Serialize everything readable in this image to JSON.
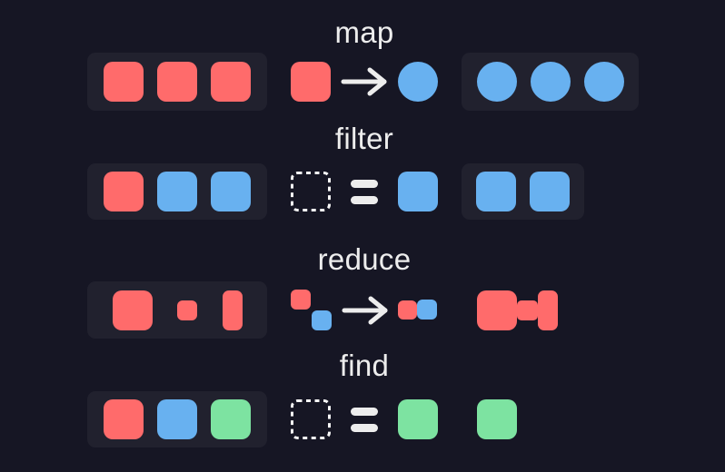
{
  "colors": {
    "red": "#ff6b6b",
    "blue": "#68b1f0",
    "green": "#7de3a1",
    "background": "#161624",
    "panel": "#21212e",
    "foreground": "#ededed",
    "dashed_stroke": "#f7f7f7"
  },
  "rows": [
    {
      "id": "map",
      "label": "map",
      "input": {
        "panel": true,
        "items": [
          "square:red",
          "square:red",
          "square:red"
        ]
      },
      "operation": {
        "panel": false,
        "items": [
          "square:red",
          "arrow",
          "circle:blue"
        ]
      },
      "output": {
        "panel": true,
        "items": [
          "circle:blue",
          "circle:blue",
          "circle:blue"
        ]
      }
    },
    {
      "id": "filter",
      "label": "filter",
      "input": {
        "panel": true,
        "items": [
          "square:red",
          "square:blue",
          "square:blue"
        ]
      },
      "operation": {
        "panel": false,
        "items": [
          "dashed",
          "equals",
          "square:blue"
        ]
      },
      "output": {
        "panel": true,
        "items": [
          "square:blue",
          "square:blue"
        ]
      }
    },
    {
      "id": "reduce",
      "label": "reduce",
      "input": {
        "panel": true,
        "items": [
          "square:red",
          "square-small:red",
          "rect-tall:red"
        ]
      },
      "operation": {
        "panel": false,
        "items": [
          "pair-diagonal:red,blue",
          "arrow",
          "pair-adjacent:red,blue"
        ]
      },
      "output": {
        "panel": false,
        "items": [
          "merged:red"
        ]
      }
    },
    {
      "id": "find",
      "label": "find",
      "input": {
        "panel": true,
        "items": [
          "square:red",
          "square:blue",
          "square:green"
        ]
      },
      "operation": {
        "panel": false,
        "items": [
          "dashed",
          "equals",
          "square:green"
        ]
      },
      "output": {
        "panel": false,
        "items": [
          "square:green"
        ]
      }
    }
  ]
}
